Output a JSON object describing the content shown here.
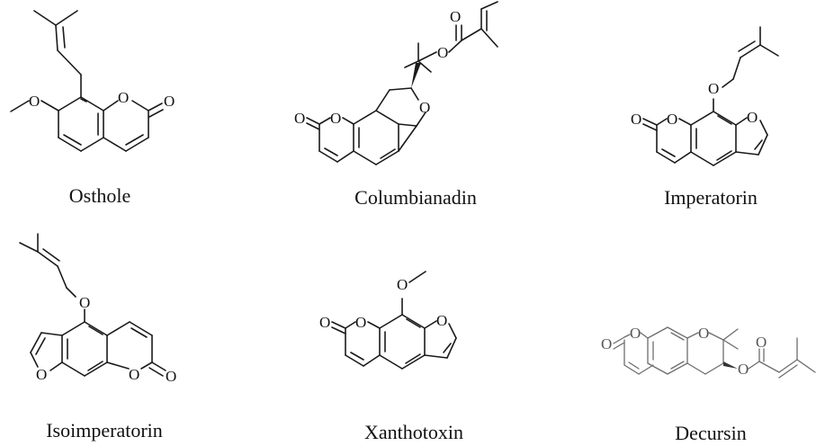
{
  "compounds": [
    {
      "name": "Osthole",
      "atoms": {
        "o1": "O",
        "o2": "O",
        "o3": "O"
      }
    },
    {
      "name": "Columbianadin",
      "atoms": {
        "o1": "O",
        "o2": "O",
        "o3": "O",
        "o4": "O",
        "o5": "O"
      }
    },
    {
      "name": "Imperatorin",
      "atoms": {
        "o1": "O",
        "o2": "O",
        "o3": "O",
        "o4": "O"
      }
    },
    {
      "name": "Isoimperatorin",
      "atoms": {
        "o1": "O",
        "o2": "O",
        "o3": "O",
        "o4": "O"
      }
    },
    {
      "name": "Xanthotoxin",
      "atoms": {
        "o1": "O",
        "o2": "O",
        "o3": "O",
        "o4": "O"
      }
    },
    {
      "name": "Decursin",
      "atoms": {
        "o1": "O",
        "o2": "O",
        "o3": "O",
        "o4": "O",
        "o5": "O"
      }
    }
  ]
}
